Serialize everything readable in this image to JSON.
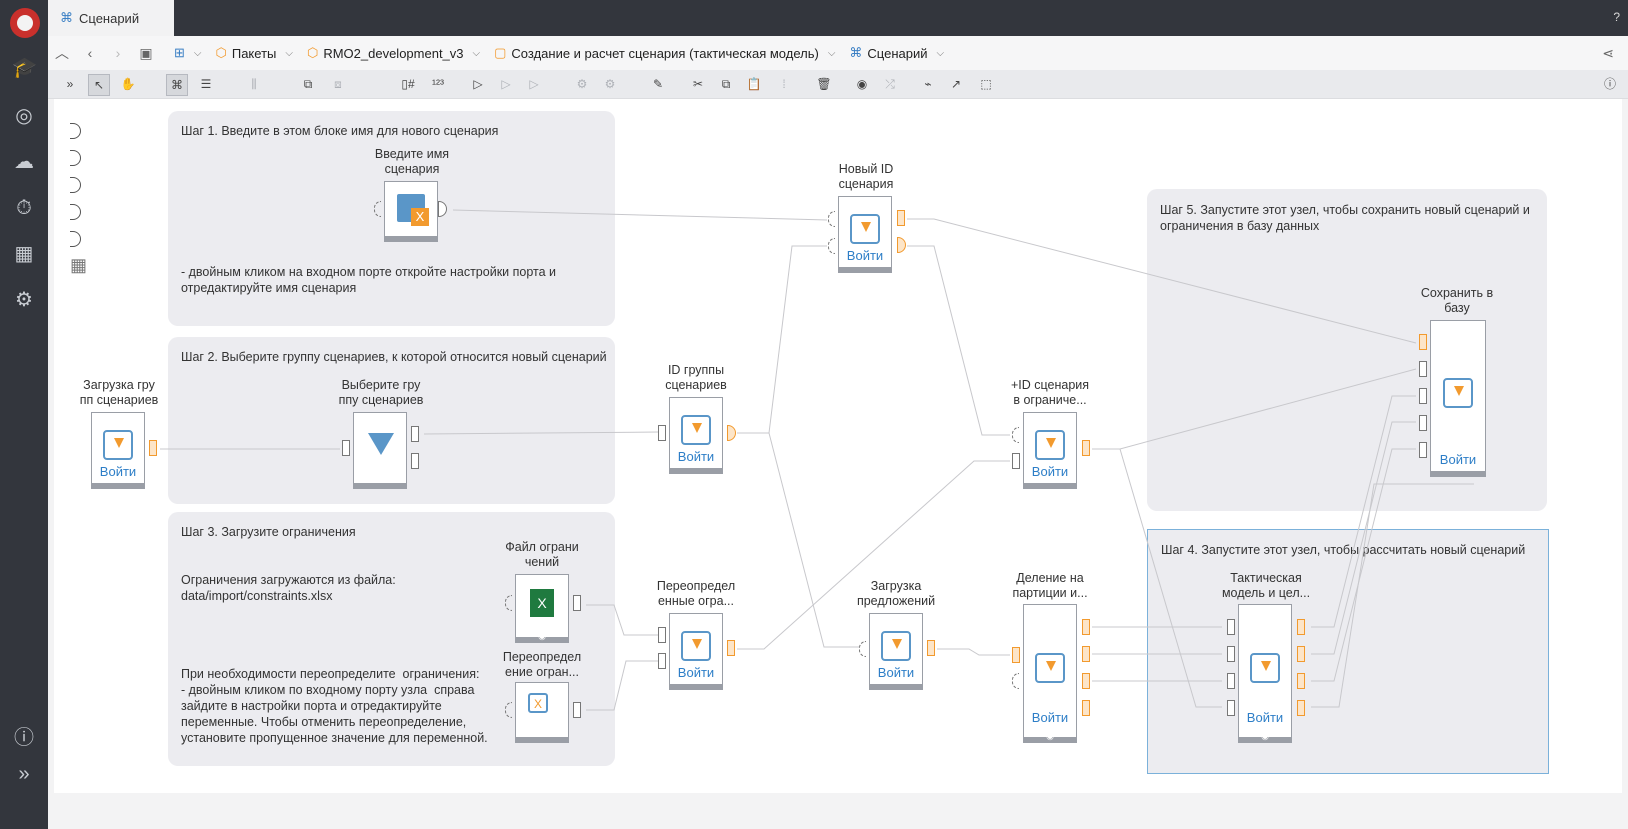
{
  "tab": {
    "title": "Сценарий"
  },
  "help": "?",
  "breadcrumbs": [
    "Пакеты",
    "RMO2_development_v3",
    "Создание и расчет сценария (тактическая модель)",
    "Сценарий"
  ],
  "blocks": [
    {
      "title": "Шаг 1. Введите в этом блоке имя для нового сценария",
      "text": "- двойным кликом на входном порте откройте настройки порта и\nотредактируйте имя сценария"
    },
    {
      "title": "Шаг 2. Выберите группу сценариев, к которой относится новый сценарий"
    },
    {
      "title": "Шаг 3. Загрузите ограничения",
      "text1": "Ограничения загружаются из файла:\ndata/import/constraints.xlsx",
      "text2": "При необходимости переопределите  ограничения:\n- двойным кликом по входному порту узла  справа\nзайдите в настройки порта и отредактируйте\nпеременные. Чтобы отменить переопределение,\nустановите пропущенное значение для переменной."
    },
    {
      "title": "Шаг 5. Запустите этот узел, чтобы сохранить новый сценарий и\nограничения в базу данных"
    },
    {
      "title": "Шаг 4. Запустите этот узел, чтобы рассчитать новый сценарий"
    }
  ],
  "nodes": {
    "enter_name": "Введите имя\nсценария",
    "new_id": "Новый ID\nсценария",
    "load_group": "Загрузка гру\nпп сценариев",
    "select_group": "Выберите гру\nппу сценариев",
    "group_id": "ID группы\nсценариев",
    "id_in_constraints": "+ID сценария\nв ограниче...",
    "save_db": "Сохранить в\nбазу",
    "constraints_file": "Файл ограни\nчений",
    "overridden": "Переопредел\nенные огра...",
    "override": "Переопредел\nение огран...",
    "load_offers": "Загрузка\nпредложений",
    "partition": "Деление на\nпартиции и...",
    "tactical": "Тактическая\nмодель и цел..."
  },
  "enter_label": "Войти",
  "colors": {
    "accent": "#f29a2e",
    "link": "#2d7ec7",
    "dark": "#33363d",
    "block": "#ececf0"
  }
}
